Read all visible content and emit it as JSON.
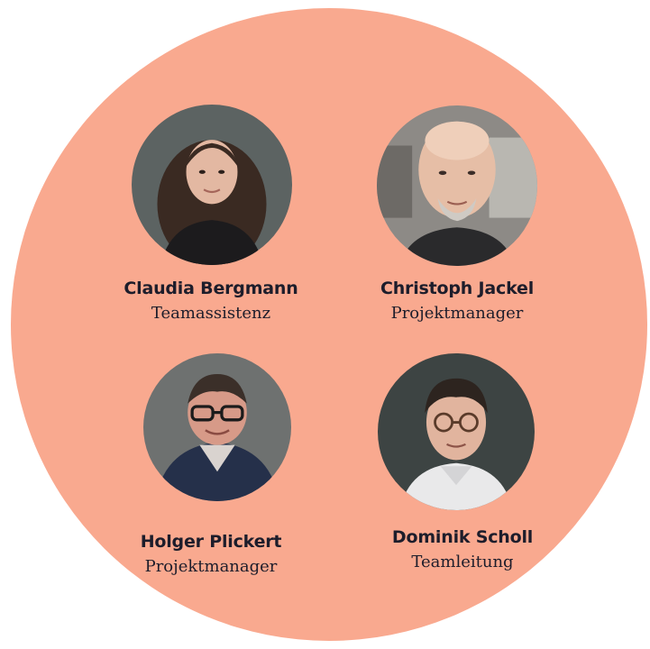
{
  "colors": {
    "circle_background": "#f9a98f",
    "text": "#1d1d2b"
  },
  "members": [
    {
      "name": "Claudia Bergmann",
      "role": "Teamassistenz"
    },
    {
      "name": "Christoph Jackel",
      "role": "Projektmanager"
    },
    {
      "name": "Holger Plickert",
      "role": "Projektmanager"
    },
    {
      "name": "Dominik Scholl",
      "role": "Teamleitung"
    }
  ]
}
